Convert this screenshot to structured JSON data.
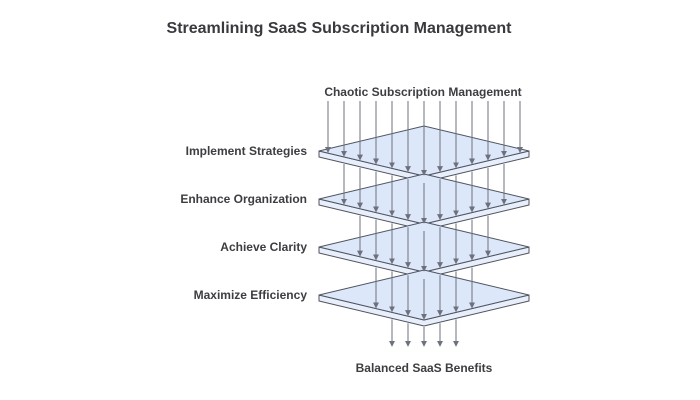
{
  "title": "Streamlining SaaS Subscription Management",
  "diagram": {
    "type": "layered-flow-funnel",
    "source_label": "Chaotic Subscription Management",
    "sink_label": "Balanced SaaS Benefits",
    "layers": [
      {
        "label": "Implement Strategies"
      },
      {
        "label": "Enhance Organization"
      },
      {
        "label": "Achieve Clarity"
      },
      {
        "label": "Maximize Efficiency"
      }
    ],
    "arrow_counts_per_tier": [
      13,
      11,
      9,
      7,
      5
    ],
    "colors": {
      "background": "#ffffff",
      "slab_fill": "#dde7fa",
      "slab_side_fill": "#e9eefb",
      "slab_stroke": "#4e5461",
      "arrow": "#6d717b",
      "text": "#3d3d42",
      "title_text": "#3a3a3e"
    }
  }
}
